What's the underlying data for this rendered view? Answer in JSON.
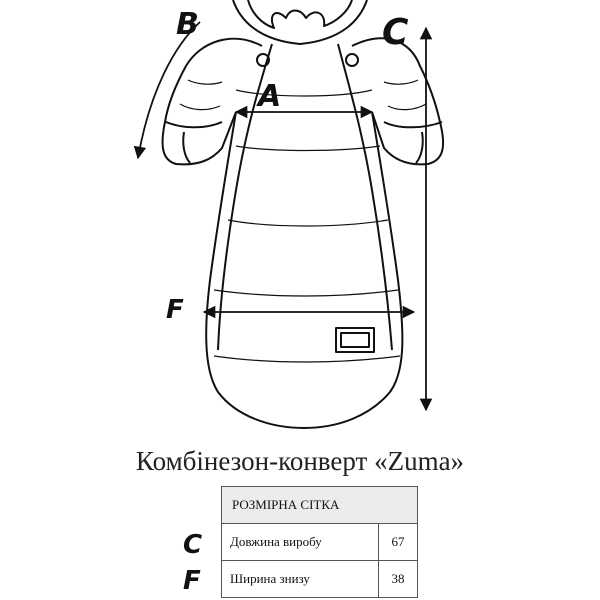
{
  "diagram": {
    "labels": {
      "a": "A",
      "b": "B",
      "c": "C",
      "f": "F"
    }
  },
  "product_title": "Комбінезон-конверт «Zuma»",
  "size_table": {
    "header": "РОЗМІРНА СІТКА",
    "rows": [
      {
        "mark": "C",
        "label": "Довжина виробу",
        "value": "67"
      },
      {
        "mark": "F",
        "label": "Ширина знизу",
        "value": "38"
      }
    ]
  },
  "colors": {
    "line": "#111111",
    "table_header_bg": "#ececec",
    "table_border": "#555555"
  }
}
